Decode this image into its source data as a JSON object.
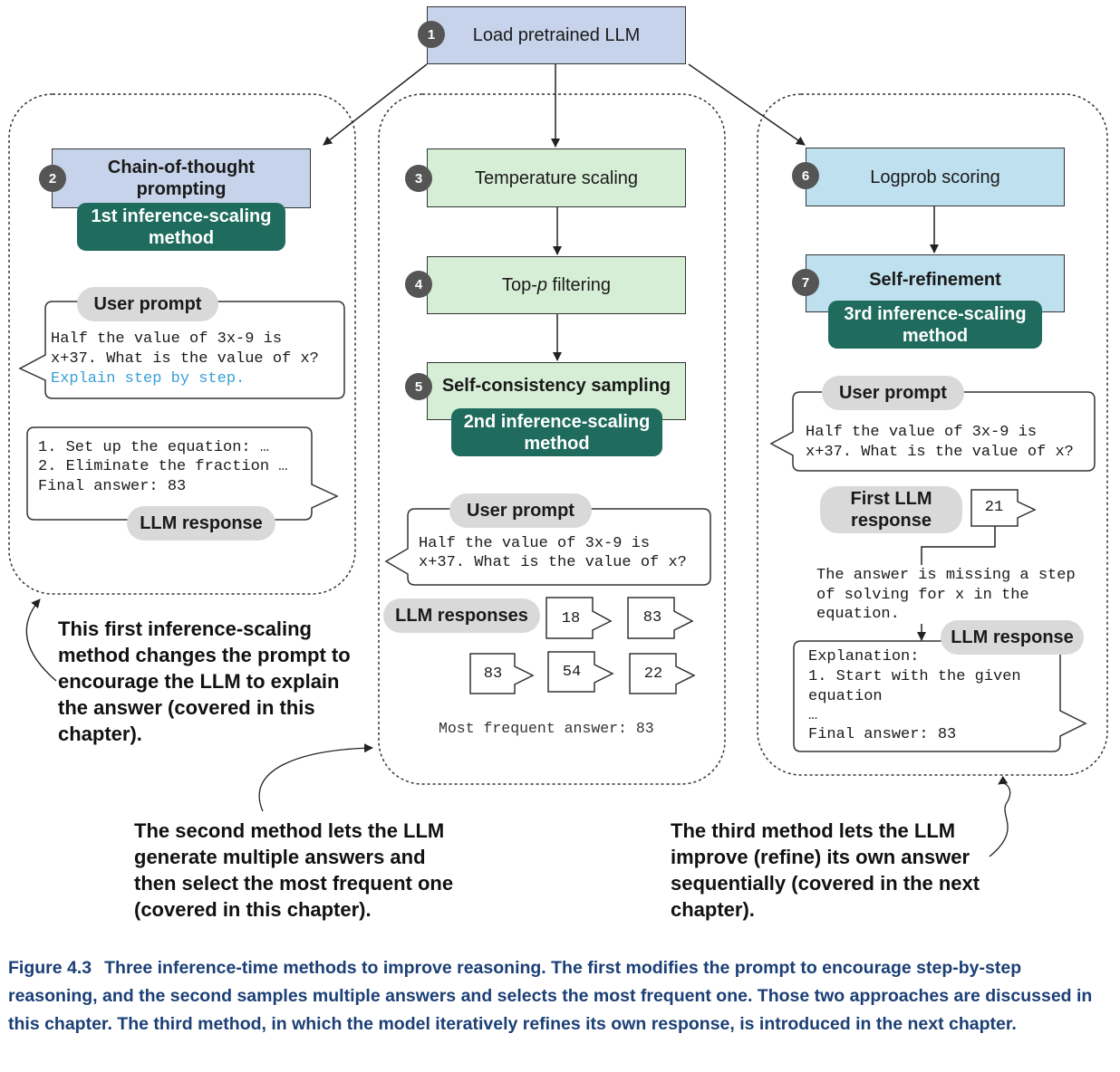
{
  "top": {
    "badge": "1",
    "label": "Load pretrained LLM"
  },
  "left": {
    "badge": "2",
    "title": "Chain-of-thought prompting",
    "method": "1st inference-scaling method",
    "prompt_label": "User prompt",
    "prompt_line1": "Half the value of 3x-9 is",
    "prompt_line2": "x+37. What is the value of x?",
    "prompt_line3": "Explain step by step.",
    "response_line1": "1. Set up the equation: …",
    "response_line2": "2. Eliminate the fraction …",
    "response_line3": "Final answer: 83",
    "response_label": "LLM response",
    "annotation": "This first inference-scaling method changes the prompt to encourage the LLM to explain the answer (covered in this chapter)."
  },
  "middle": {
    "step3_badge": "3",
    "step3": "Temperature scaling",
    "step4_badge": "4",
    "step4_pre": "Top-",
    "step4_ital": "p",
    "step4_post": " filtering",
    "step5_badge": "5",
    "step5": "Self-consistency sampling",
    "method": "2nd inference-scaling method",
    "prompt_label": "User prompt",
    "prompt_line1": "Half the value of 3x-9 is",
    "prompt_line2": "x+37. What is the value of x?",
    "responses_label": "LLM responses",
    "responses": [
      "18",
      "83",
      "83",
      "54",
      "22"
    ],
    "frequent": "Most frequent answer: 83",
    "annotation": "The second method lets the LLM generate multiple answers and then select the most frequent one (covered in this chapter)."
  },
  "right": {
    "step6_badge": "6",
    "step6": "Logprob scoring",
    "step7_badge": "7",
    "step7": "Self-refinement",
    "method": "3rd inference-scaling method",
    "prompt_label": "User prompt",
    "prompt_line1": "Half the value of 3x-9 is",
    "prompt_line2": "x+37. What is the value of x?",
    "first_label": "First LLM response",
    "first_answer": "21",
    "feedback_line1": "The answer is missing a step",
    "feedback_line2": "of solving for x in the",
    "feedback_line3": "equation.",
    "response_label": "LLM response",
    "response_line1": "Explanation:",
    "response_line2": "1. Start with the given",
    "response_line3": "equation",
    "response_line4": "…",
    "response_line5": "Final answer: 83",
    "annotation": "The third method lets the LLM improve (refine) its own answer sequentially (covered in the next chapter)."
  },
  "caption": {
    "figure": "Figure 4.3",
    "text": "Three inference-time methods to improve reasoning. The first modifies the prompt to encourage step-by-step reasoning, and the second samples multiple answers and selects the most frequent one. Those two approaches are discussed in this chapter. The third method, in which the model iteratively refines its own response, is introduced in the next chapter."
  }
}
